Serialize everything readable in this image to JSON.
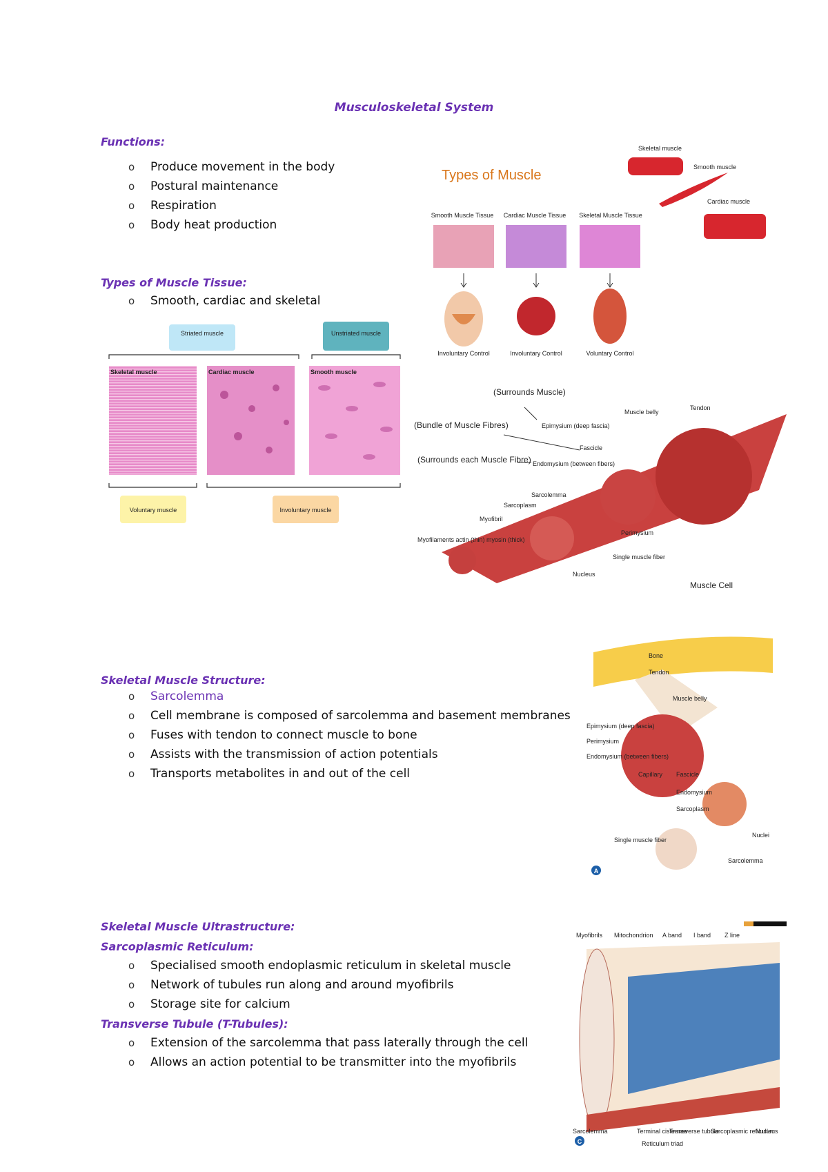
{
  "title": "Musculoskeletal System",
  "functions": {
    "heading": "Functions:",
    "items": [
      "Produce movement in the body",
      "Postural maintenance",
      "Respiration",
      "Body heat production"
    ]
  },
  "types_tissue": {
    "heading": "Types of Muscle Tissue:",
    "items": [
      "Smooth, cardiac and skeletal"
    ]
  },
  "structure": {
    "heading": "Skeletal Muscle Structure:",
    "items": [
      "Sarcolemma",
      "Cell membrane is composed of sarcolemma and basement membranes",
      "Fuses with tendon to connect muscle to bone",
      "Assists with the transmission of action potentials",
      "Transports metabolites in and out of the cell"
    ]
  },
  "ultra": {
    "heading": "Skeletal Muscle Ultrastructure:",
    "sr_heading": "Sarcoplasmic Reticulum:",
    "sr_items": [
      "Specialised smooth endoplasmic reticulum in skeletal muscle",
      "Network of tubules run along and around myofibrils",
      "Storage site for calcium"
    ],
    "tt_heading": "Transverse Tubule (T-Tubules):",
    "tt_items": [
      "Extension of the sarcolemma that pass laterally through the cell",
      "Allows an action potential to be transmitter into the myofibrils"
    ]
  },
  "fig_tissue": {
    "striated": "Striated muscle",
    "unstriated": "Unstriated muscle",
    "panels": [
      "Skeletal muscle",
      "Cardiac muscle",
      "Smooth muscle"
    ],
    "voluntary": "Voluntary muscle",
    "involuntary": "Involuntary muscle"
  },
  "fig_types": {
    "title": "Types of Muscle",
    "tissue_labels": [
      "Smooth Muscle Tissue",
      "Cardiac Muscle Tissue",
      "Skeletal Muscle Tissue"
    ],
    "control_labels": [
      "Involuntary Control",
      "Involuntary Control",
      "Voluntary Control"
    ],
    "side_labels": [
      "Skeletal muscle",
      "Smooth muscle",
      "Cardiac muscle"
    ]
  },
  "fig_layers": {
    "surrounds_muscle": "(Surrounds Muscle)",
    "bundle": "(Bundle of Muscle Fibres)",
    "surrounds_each": "(Surrounds each Muscle Fibre)",
    "epimysium": "Epimysium (deep fascia)",
    "fascicle": "Fascicle",
    "endomysium": "Endomysium (between fibers)",
    "sarcolemma": "Sarcolemma",
    "sarcoplasm": "Sarcoplasm",
    "myofibril": "Myofibril",
    "myofilaments": "Myofilaments actin (thin) myosin (thick)",
    "nucleus": "Nucleus",
    "perimysium": "Perimysium",
    "single_fiber": "Single muscle fiber",
    "muscle_belly": "Muscle belly",
    "tendon": "Tendon",
    "muscle_cell": "Muscle Cell"
  },
  "fig_structure": {
    "bone": "Bone",
    "tendon": "Tendon",
    "belly": "Muscle belly",
    "epimysium": "Epimysium (deep fascia)",
    "perimysium": "Perimysium",
    "endomysium": "Endomysium (between fibers)",
    "capillary": "Capillary",
    "fascicle": "Fascicle",
    "endomysium2": "Endomysium",
    "sarcoplasm": "Sarcoplasm",
    "single": "Single muscle fiber",
    "nuclei": "Nuclei",
    "sarcolemma": "Sarcolemma",
    "letter": "A"
  },
  "fig_ultra": {
    "top_labels": [
      "Myofibrils",
      "Mitochondrion",
      "A band",
      "I band",
      "Z line"
    ],
    "bottom_labels": [
      "Sarcolemma",
      "Terminal cisternae",
      "Transverse tubule",
      "Sarcoplasmic reticulum",
      "Nucleus"
    ],
    "triad": "Reticulum triad",
    "letter": "C"
  }
}
